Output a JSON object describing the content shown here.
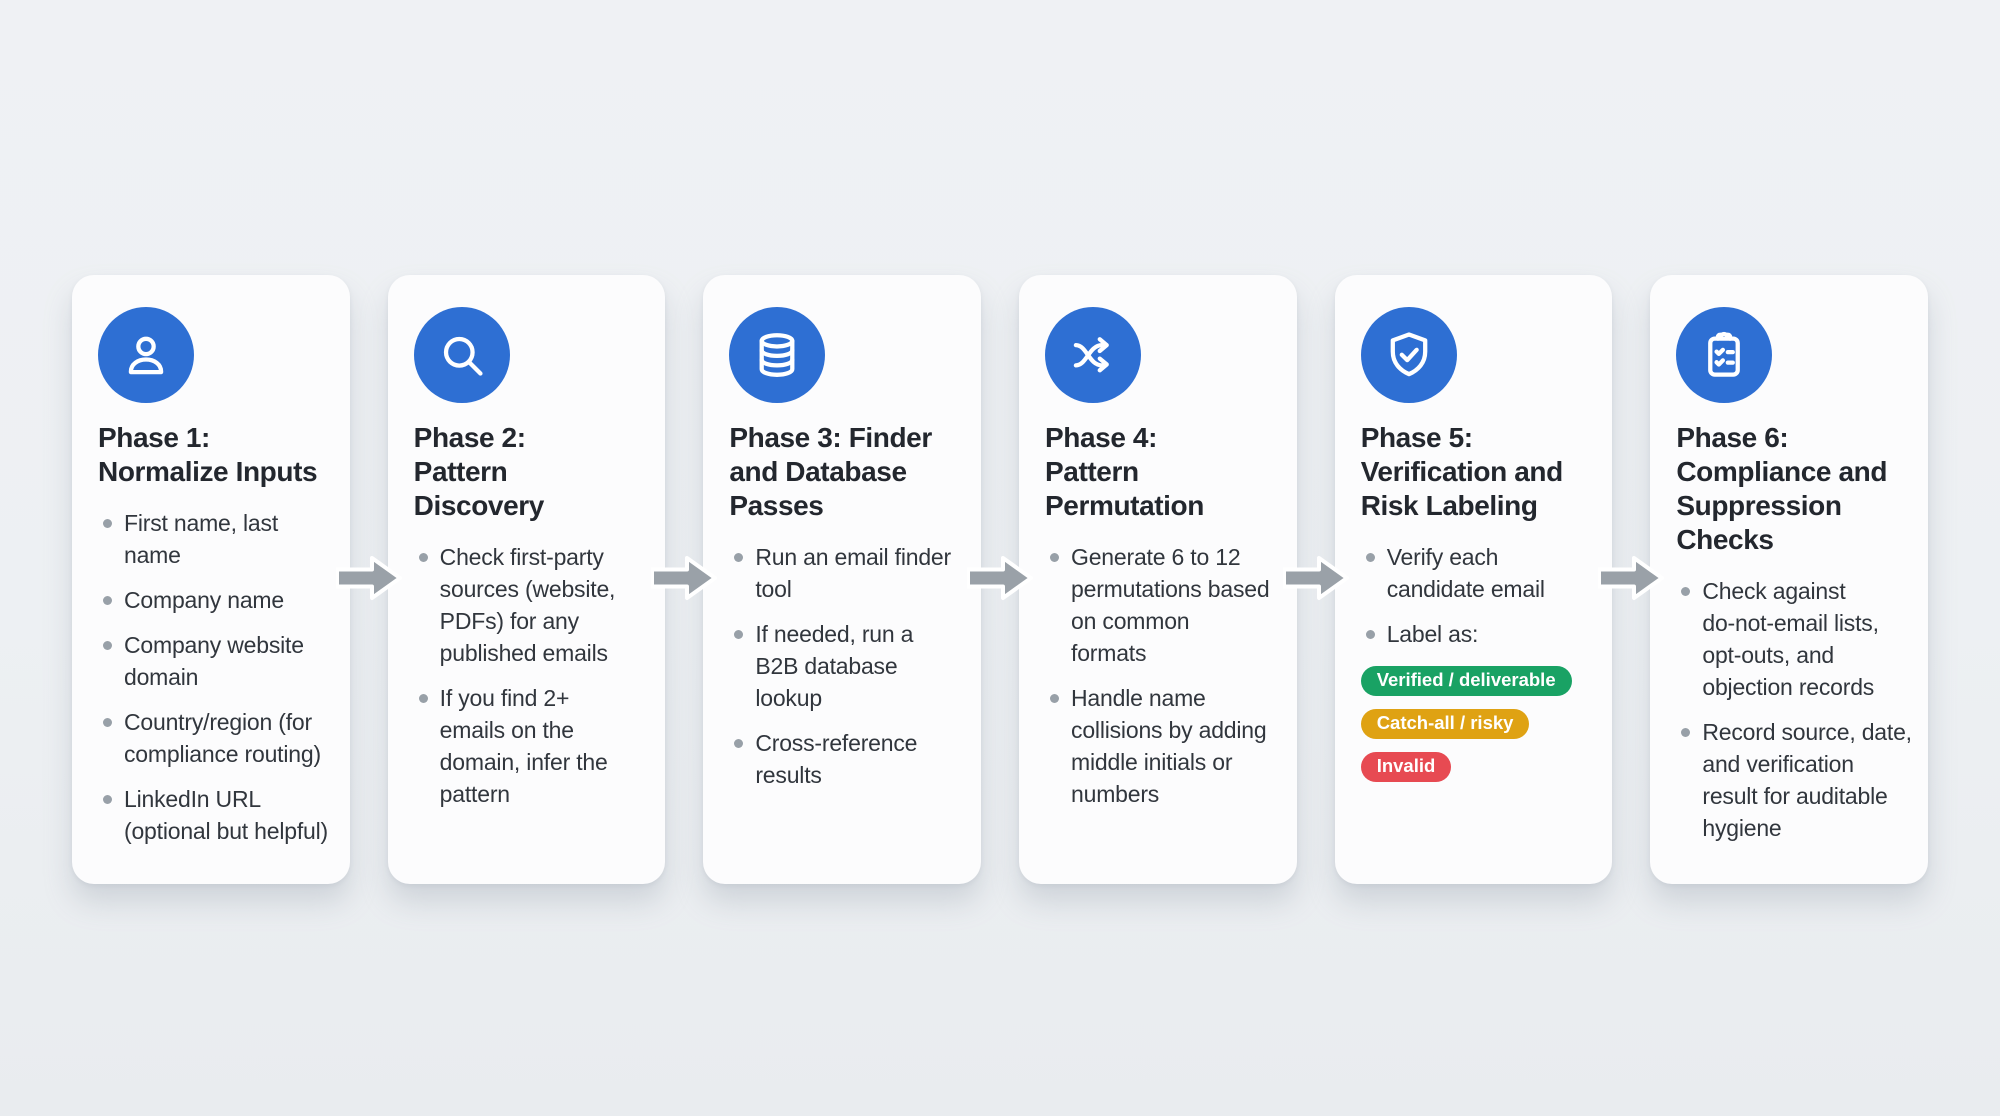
{
  "theme": {
    "accent_blue": "#2e6fd3",
    "badge_green": "#19a264",
    "badge_amber": "#dfa213",
    "badge_red": "#e74a52",
    "arrow_gray": "#9aa1a8",
    "card_background": "#fcfcfd",
    "page_background": "#edf0f3",
    "title_color": "#23272e",
    "body_color": "#31363d"
  },
  "phases": [
    {
      "icon": "user-icon",
      "title": "Phase 1:\nNormalize Inputs",
      "bullets": [
        "First name, last\nname",
        "Company name",
        "Company website\ndomain",
        "Country/region (for\ncompliance routing)",
        "LinkedIn URL\n(optional but helpful)"
      ]
    },
    {
      "icon": "search-icon",
      "title": "Phase 2:\nPattern\nDiscovery",
      "bullets": [
        "Check first-party\nsources (website,\nPDFs) for any\npublished emails",
        "If you find 2+\nemails on the\ndomain, infer the\npattern"
      ]
    },
    {
      "icon": "database-icon",
      "title": "Phase 3: Finder\nand Database\nPasses",
      "bullets": [
        "Run an email finder\ntool",
        "If needed, run a\nB2B database\nlookup",
        "Cross-reference\nresults"
      ]
    },
    {
      "icon": "shuffle-icon",
      "title": "Phase 4:\nPattern\nPermutation",
      "bullets": [
        "Generate 6 to 12\npermutations based\non common\nformats",
        "Handle name\ncollisions by adding\nmiddle initials or\nnumbers"
      ]
    },
    {
      "icon": "shield-check-icon",
      "title": "Phase 5:\nVerification and\nRisk Labeling",
      "bullets": [
        "Verify each\ncandidate email",
        "Label as:"
      ],
      "badges": [
        {
          "label": "Verified / deliverable",
          "color_key": "badge_green"
        },
        {
          "label": "Catch-all / risky",
          "color_key": "badge_amber"
        },
        {
          "label": "Invalid",
          "color_key": "badge_red"
        }
      ]
    },
    {
      "icon": "clipboard-check-icon",
      "title": "Phase 6:\nCompliance and\nSuppression\nChecks",
      "bullets": [
        "Check against\ndo-not-email lists,\nopt-outs, and\nobjection records",
        "Record source, date,\nand verification\nresult for auditable\nhygiene"
      ]
    }
  ]
}
